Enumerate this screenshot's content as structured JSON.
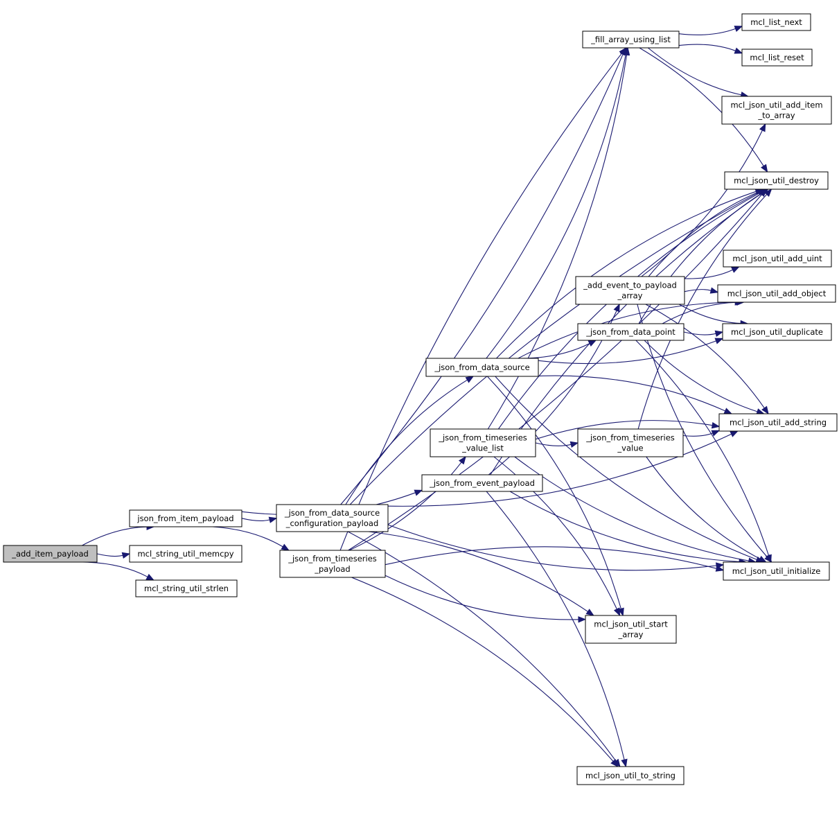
{
  "graph": {
    "nodes": [
      {
        "id": "add_item_payload",
        "lines": [
          "_add_item_payload"
        ],
        "root": true
      },
      {
        "id": "json_from_item_payload",
        "lines": [
          "json_from_item_payload"
        ]
      },
      {
        "id": "mcl_string_util_memcpy",
        "lines": [
          "mcl_string_util_memcpy"
        ]
      },
      {
        "id": "mcl_string_util_strlen",
        "lines": [
          "mcl_string_util_strlen"
        ]
      },
      {
        "id": "json_from_data_source_configuration_payload",
        "lines": [
          "_json_from_data_source",
          "_configuration_payload"
        ]
      },
      {
        "id": "json_from_timeseries_payload",
        "lines": [
          "_json_from_timeseries",
          "_payload"
        ]
      },
      {
        "id": "json_from_data_source",
        "lines": [
          "_json_from_data_source"
        ]
      },
      {
        "id": "json_from_timeseries_value_list",
        "lines": [
          "_json_from_timeseries",
          "_value_list"
        ]
      },
      {
        "id": "json_from_event_payload",
        "lines": [
          "_json_from_event_payload"
        ]
      },
      {
        "id": "fill_array_using_list",
        "lines": [
          "_fill_array_using_list"
        ]
      },
      {
        "id": "add_event_to_payload_array",
        "lines": [
          "_add_event_to_payload",
          "_array"
        ]
      },
      {
        "id": "json_from_data_point",
        "lines": [
          "_json_from_data_point"
        ]
      },
      {
        "id": "json_from_timeseries_value",
        "lines": [
          "_json_from_timeseries",
          "_value"
        ]
      },
      {
        "id": "mcl_json_util_start_array",
        "lines": [
          "mcl_json_util_start",
          "_array"
        ]
      },
      {
        "id": "mcl_json_util_to_string",
        "lines": [
          "mcl_json_util_to_string"
        ]
      },
      {
        "id": "mcl_list_next",
        "lines": [
          "mcl_list_next"
        ]
      },
      {
        "id": "mcl_list_reset",
        "lines": [
          "mcl_list_reset"
        ]
      },
      {
        "id": "mcl_json_util_add_item_to_array",
        "lines": [
          "mcl_json_util_add_item",
          "_to_array"
        ]
      },
      {
        "id": "mcl_json_util_destroy",
        "lines": [
          "mcl_json_util_destroy"
        ]
      },
      {
        "id": "mcl_json_util_add_uint",
        "lines": [
          "mcl_json_util_add_uint"
        ]
      },
      {
        "id": "mcl_json_util_add_object",
        "lines": [
          "mcl_json_util_add_object"
        ]
      },
      {
        "id": "mcl_json_util_duplicate",
        "lines": [
          "mcl_json_util_duplicate"
        ]
      },
      {
        "id": "mcl_json_util_add_string",
        "lines": [
          "mcl_json_util_add_string"
        ]
      },
      {
        "id": "mcl_json_util_initialize",
        "lines": [
          "mcl_json_util_initialize"
        ]
      }
    ],
    "edges": [
      [
        "add_item_payload",
        "json_from_item_payload"
      ],
      [
        "add_item_payload",
        "mcl_string_util_memcpy"
      ],
      [
        "add_item_payload",
        "mcl_string_util_strlen"
      ],
      [
        "json_from_item_payload",
        "json_from_data_source_configuration_payload"
      ],
      [
        "json_from_item_payload",
        "json_from_timeseries_payload"
      ],
      [
        "json_from_item_payload",
        "json_from_event_payload"
      ],
      [
        "json_from_data_source_configuration_payload",
        "json_from_data_source"
      ],
      [
        "json_from_data_source_configuration_payload",
        "fill_array_using_list"
      ],
      [
        "json_from_data_source_configuration_payload",
        "mcl_json_util_destroy"
      ],
      [
        "json_from_data_source_configuration_payload",
        "mcl_json_util_add_string"
      ],
      [
        "json_from_data_source_configuration_payload",
        "mcl_json_util_start_array"
      ],
      [
        "json_from_data_source_configuration_payload",
        "mcl_json_util_initialize"
      ],
      [
        "json_from_data_source_configuration_payload",
        "mcl_json_util_to_string"
      ],
      [
        "json_from_timeseries_payload",
        "json_from_timeseries_value_list"
      ],
      [
        "json_from_timeseries_payload",
        "fill_array_using_list"
      ],
      [
        "json_from_timeseries_payload",
        "mcl_json_util_destroy"
      ],
      [
        "json_from_timeseries_payload",
        "mcl_json_util_initialize"
      ],
      [
        "json_from_timeseries_payload",
        "mcl_json_util_start_array"
      ],
      [
        "json_from_timeseries_payload",
        "mcl_json_util_to_string"
      ],
      [
        "json_from_data_source",
        "fill_array_using_list"
      ],
      [
        "json_from_data_source",
        "mcl_json_util_destroy"
      ],
      [
        "json_from_data_source",
        "json_from_data_point"
      ],
      [
        "json_from_data_source",
        "mcl_json_util_add_object"
      ],
      [
        "json_from_data_source",
        "mcl_json_util_duplicate"
      ],
      [
        "json_from_data_source",
        "mcl_json_util_add_string"
      ],
      [
        "json_from_data_source",
        "mcl_json_util_initialize"
      ],
      [
        "json_from_data_source",
        "mcl_json_util_start_array"
      ],
      [
        "json_from_timeseries_value_list",
        "fill_array_using_list"
      ],
      [
        "json_from_timeseries_value_list",
        "mcl_json_util_destroy"
      ],
      [
        "json_from_timeseries_value_list",
        "json_from_timeseries_value"
      ],
      [
        "json_from_timeseries_value_list",
        "mcl_json_util_add_string"
      ],
      [
        "json_from_timeseries_value_list",
        "mcl_json_util_initialize"
      ],
      [
        "json_from_timeseries_value_list",
        "mcl_json_util_start_array"
      ],
      [
        "json_from_event_payload",
        "add_event_to_payload_array"
      ],
      [
        "json_from_event_payload",
        "mcl_json_util_destroy"
      ],
      [
        "json_from_event_payload",
        "mcl_json_util_initialize"
      ],
      [
        "json_from_event_payload",
        "mcl_json_util_to_string"
      ],
      [
        "fill_array_using_list",
        "mcl_list_next"
      ],
      [
        "fill_array_using_list",
        "mcl_list_reset"
      ],
      [
        "fill_array_using_list",
        "mcl_json_util_add_item_to_array"
      ],
      [
        "fill_array_using_list",
        "mcl_json_util_destroy"
      ],
      [
        "add_event_to_payload_array",
        "mcl_json_util_add_uint"
      ],
      [
        "add_event_to_payload_array",
        "mcl_json_util_add_object"
      ],
      [
        "add_event_to_payload_array",
        "mcl_json_util_duplicate"
      ],
      [
        "add_event_to_payload_array",
        "mcl_json_util_destroy"
      ],
      [
        "add_event_to_payload_array",
        "mcl_json_util_add_item_to_array"
      ],
      [
        "add_event_to_payload_array",
        "mcl_json_util_add_string"
      ],
      [
        "add_event_to_payload_array",
        "mcl_json_util_initialize"
      ],
      [
        "json_from_data_point",
        "mcl_json_util_add_object"
      ],
      [
        "json_from_data_point",
        "mcl_json_util_duplicate"
      ],
      [
        "json_from_data_point",
        "mcl_json_util_destroy"
      ],
      [
        "json_from_data_point",
        "mcl_json_util_add_string"
      ],
      [
        "json_from_data_point",
        "mcl_json_util_initialize"
      ],
      [
        "json_from_timeseries_value",
        "mcl_json_util_add_string"
      ],
      [
        "json_from_timeseries_value",
        "mcl_json_util_destroy"
      ],
      [
        "json_from_timeseries_value",
        "mcl_json_util_initialize"
      ]
    ]
  }
}
